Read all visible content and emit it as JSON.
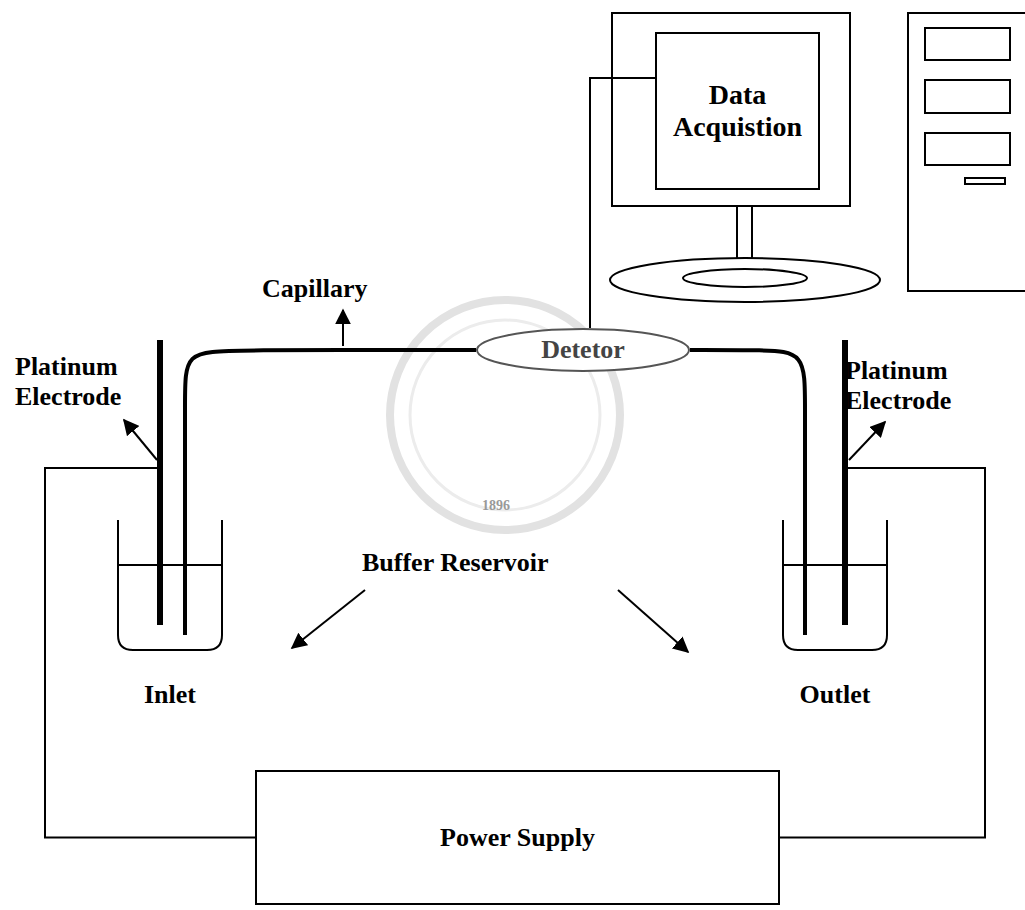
{
  "diagram": {
    "nodes": [
      {
        "text": [
          "Data Acquistion"
        ]
      },
      {
        "text": [
          "Detetor"
        ]
      },
      {
        "text": [
          "Inlet"
        ]
      },
      {
        "text": [
          "Outlet"
        ]
      },
      {
        "text": [
          "Power Supply"
        ]
      }
    ],
    "edges": [
      {
        "from": 1,
        "to": 0,
        "arrow": "none"
      },
      {
        "from": 2,
        "to": 1,
        "arrow": "none"
      },
      {
        "from": 1,
        "to": 3,
        "arrow": "none"
      },
      {
        "from": 4,
        "to": 2,
        "arrow": "none"
      },
      {
        "from": 4,
        "to": 3,
        "arrow": "none"
      }
    ],
    "labels": [
      "Capillary",
      "Platinum Electrode",
      "Platinum Electrode",
      "Buffer Reservoir",
      "1896"
    ]
  }
}
